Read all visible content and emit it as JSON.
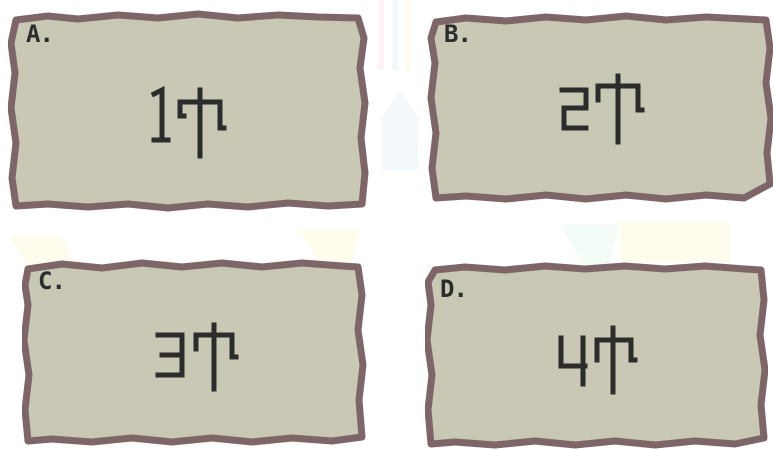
{
  "options": [
    {
      "letter": "A.",
      "digit": "1",
      "symbol": "trident-rune"
    },
    {
      "letter": "B.",
      "digit": "2",
      "symbol": "trident-rune"
    },
    {
      "letter": "C.",
      "digit": "3",
      "symbol": "trident-rune"
    },
    {
      "letter": "D.",
      "digit": "4",
      "symbol": "trident-rune"
    }
  ],
  "colors": {
    "card_fill": "#c8c8b4",
    "card_border": "#7e6668",
    "glyph": "#2c2c2c"
  }
}
